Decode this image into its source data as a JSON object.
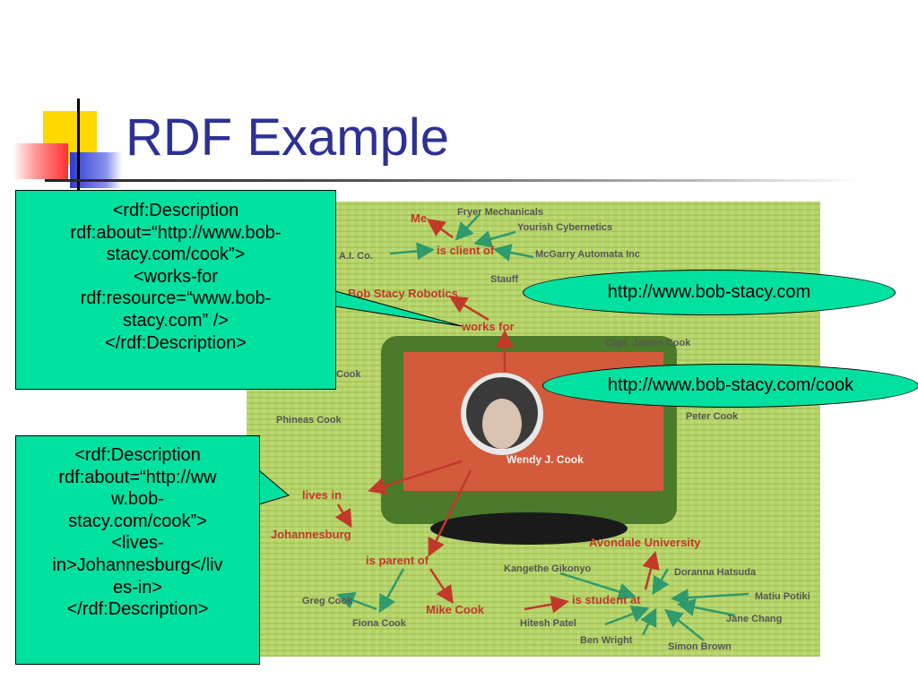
{
  "slide": {
    "title": "RDF Example",
    "callout_top": {
      "lines": [
        "<rdf:Description",
        "rdf:about=“http://www.bob-",
        "stacy.com/cook”>",
        "<works-for",
        "rdf:resource=“www.bob-",
        "stacy.com” />",
        "</rdf:Description>"
      ]
    },
    "callout_bottom": {
      "lines": [
        "<rdf:Description",
        "rdf:about=“http://ww",
        "w.bob-",
        "stacy.com/cook”>",
        "<lives-",
        "in>Johannesburg</liv",
        "es-in>",
        "</rdf:Description>"
      ]
    },
    "ellipse_top": "http://www.bob-stacy.com",
    "ellipse_bottom": "http://www.bob-stacy.com/cook"
  },
  "figure": {
    "labels": {
      "me": "Me",
      "fryer": "Fryer Mechanicals",
      "yourish": "Yourish Cybernetics",
      "mcgarry": "McGarry Automata Inc",
      "aico": "A.I. Co.",
      "is_client_of": "is client of",
      "stauff": "Stauff",
      "bob_stacy_robotics": "Bob Stacy Robotics",
      "works_for": "works for",
      "capt_cook": "Capt. James Cook",
      "cook": "Cook",
      "phineas": "Phineas Cook",
      "peter": "Peter Cook",
      "wendy": "Wendy J. Cook",
      "lives_in": "lives in",
      "johannesburg": "Johannesburg",
      "is_parent_of": "is parent of",
      "avondale": "Avondale University",
      "kangethe": "Kangethe Gikonyo",
      "doranna": "Doranna Hatsuda",
      "greg": "Greg Cook",
      "mike": "Mike Cook",
      "is_student_at": "is student at",
      "matiu": "Matiu Potiki",
      "jane": "Jane Chang",
      "fiona": "Fiona Cook",
      "hitesh": "Hitesh Patel",
      "ben": "Ben Wright",
      "simon": "Simon Brown"
    }
  }
}
